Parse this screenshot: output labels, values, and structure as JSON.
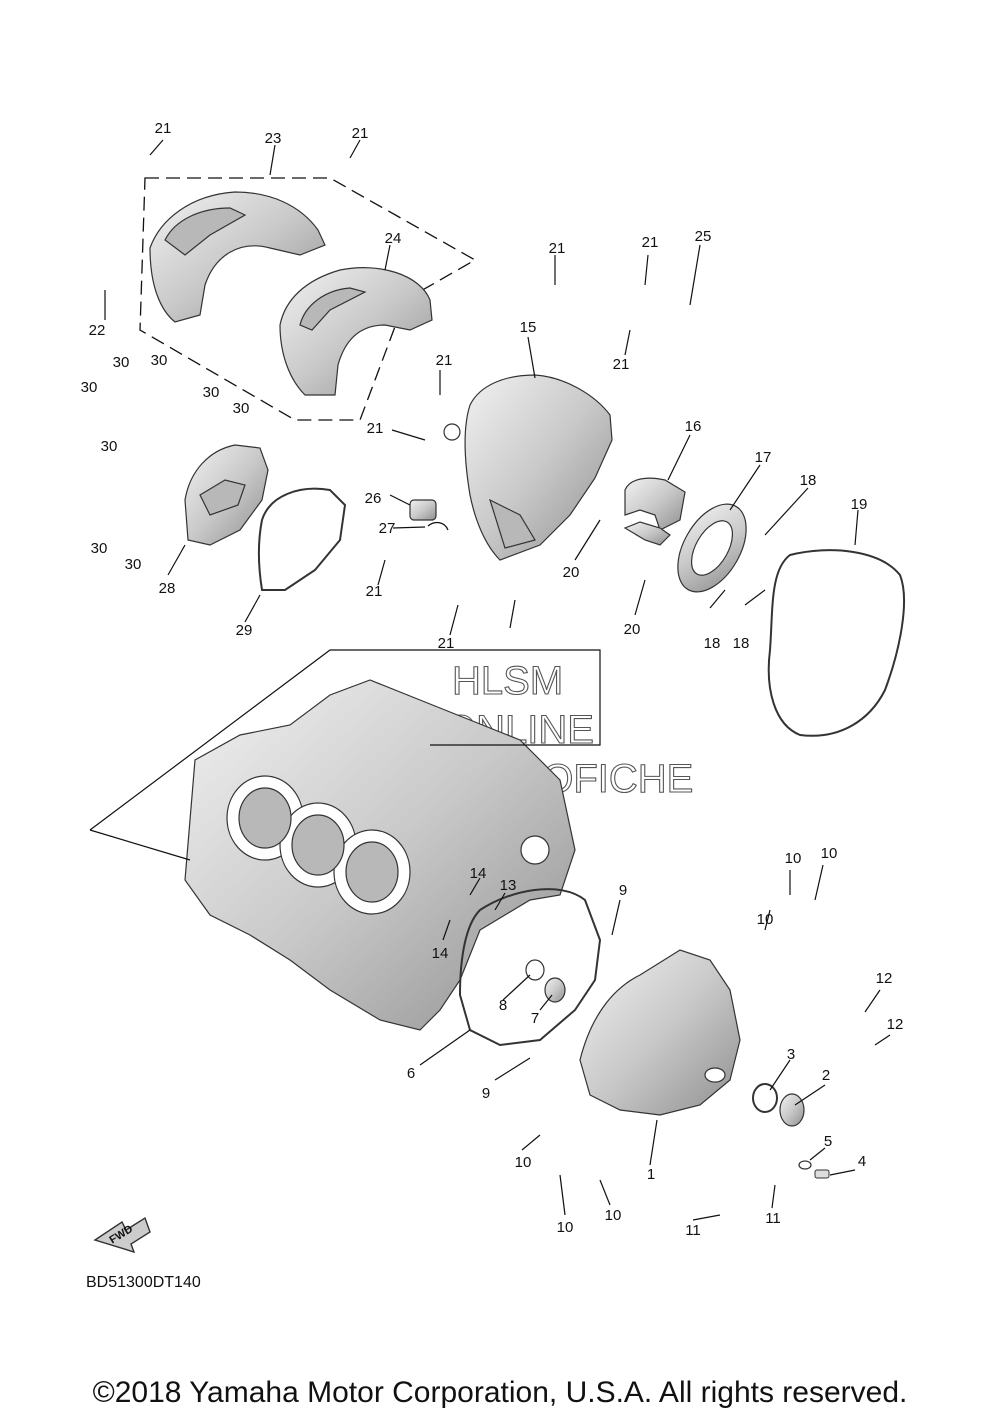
{
  "diagram": {
    "reference_code": "BD51300DT140",
    "fwd_label": "FWD",
    "watermark": [
      "HLSM",
      "ONLINE",
      "MICROFICHE"
    ],
    "copyright": "©2018 Yamaha Motor Corporation, U.S.A. All rights reserved.",
    "callouts": [
      "21",
      "23",
      "21",
      "24",
      "22",
      "21",
      "21",
      "25",
      "15",
      "21",
      "21",
      "30",
      "30",
      "30",
      "30",
      "30",
      "30",
      "30",
      "30",
      "26",
      "27",
      "21",
      "21",
      "21",
      "16",
      "17",
      "18",
      "19",
      "20",
      "20",
      "18",
      "18",
      "28",
      "29",
      "10",
      "10",
      "10",
      "14",
      "13",
      "9",
      "12",
      "12",
      "14",
      "8",
      "7",
      "6",
      "3",
      "2",
      "9",
      "5",
      "4",
      "10",
      "1",
      "10",
      "10",
      "11",
      "11"
    ]
  }
}
